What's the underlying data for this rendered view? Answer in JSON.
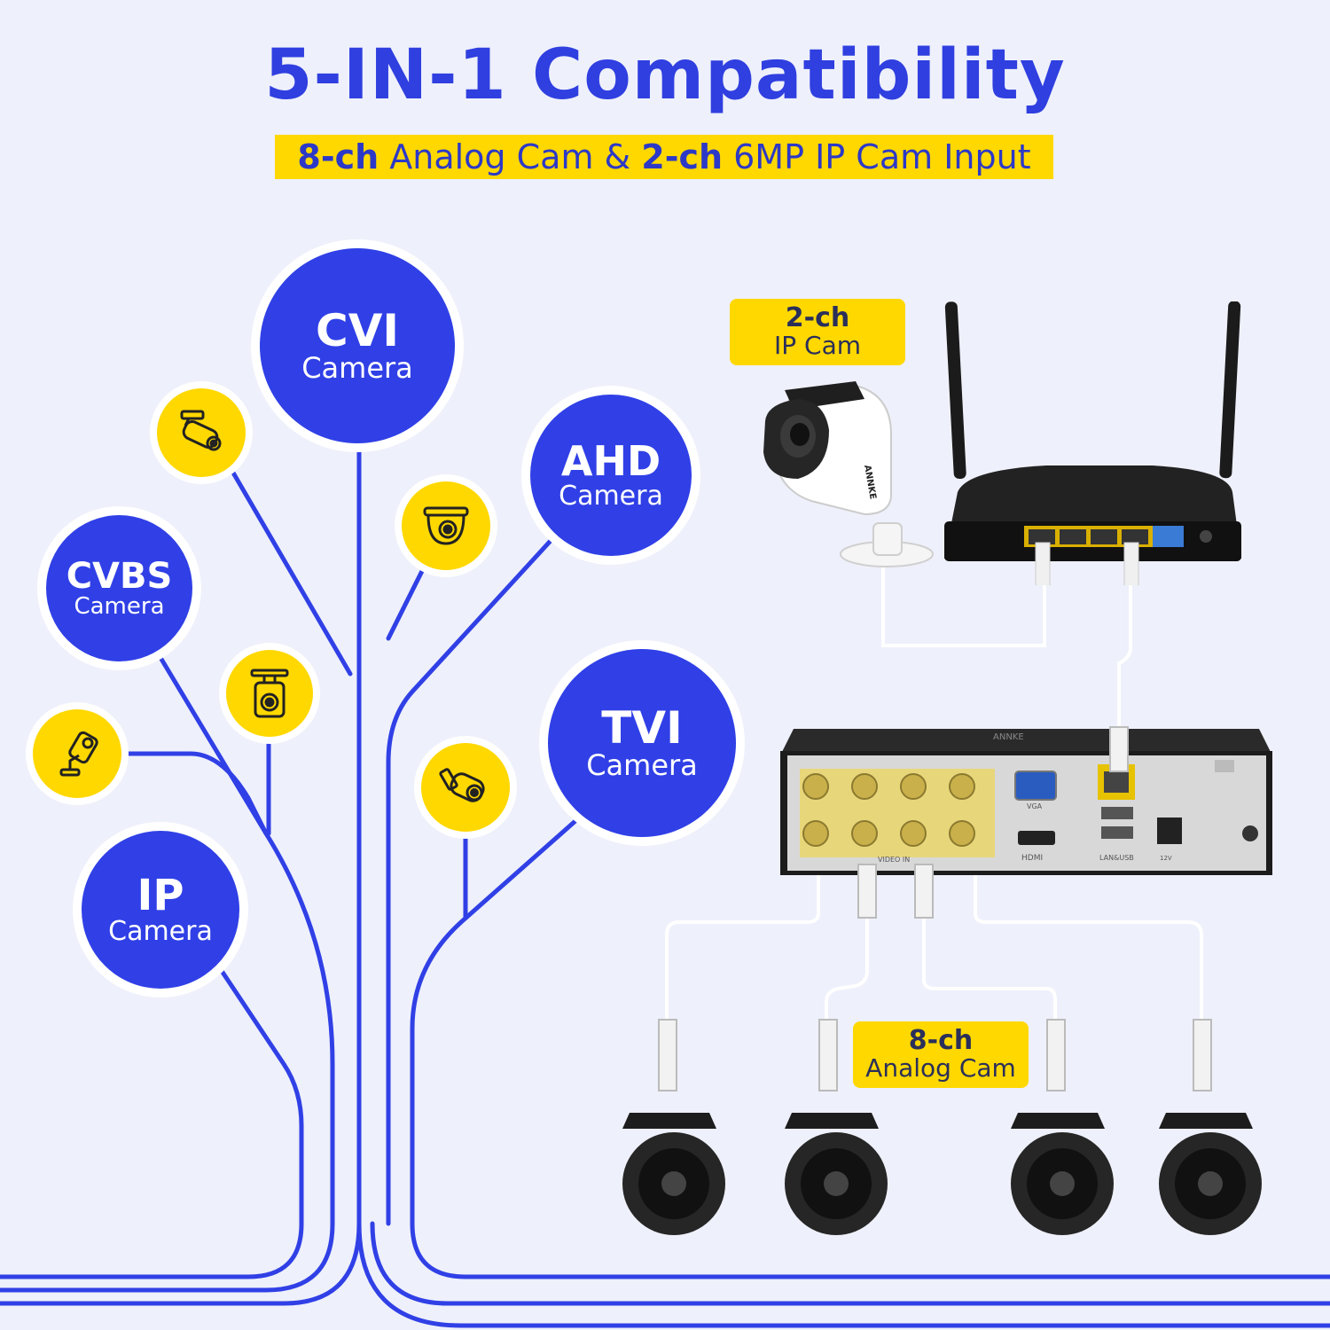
{
  "header": {
    "title": "5-IN-1 Compatibility",
    "subtitle": {
      "part1_bold": "8-ch",
      "part2": " Analog Cam & ",
      "part3_bold": "2-ch",
      "part4": " 6MP IP Cam Input"
    }
  },
  "camera_types": [
    {
      "name": "CVI",
      "label": "Camera"
    },
    {
      "name": "AHD",
      "label": "Camera"
    },
    {
      "name": "CVBS",
      "label": "Camera"
    },
    {
      "name": "TVI",
      "label": "Camera"
    },
    {
      "name": "IP",
      "label": "Camera"
    }
  ],
  "camera_icons": [
    "bullet-camera-icon",
    "dome-camera-icon",
    "box-camera-icon",
    "wall-camera-icon",
    "turret-camera-icon"
  ],
  "tags": {
    "ip_cam": {
      "count": "2-ch",
      "label": "IP Cam"
    },
    "analog_cam": {
      "count": "8-ch",
      "label": "Analog Cam"
    }
  },
  "device_labels": {
    "brand": "ANNKE",
    "vga": "VGA",
    "hdmi": "HDMI",
    "video_in": "VIDEO IN",
    "lan_usb": "LAN&USB",
    "power": "12V"
  },
  "colors": {
    "accent_blue": "#3040e6",
    "accent_yellow": "#ffd800",
    "background": "#eef0fb"
  }
}
